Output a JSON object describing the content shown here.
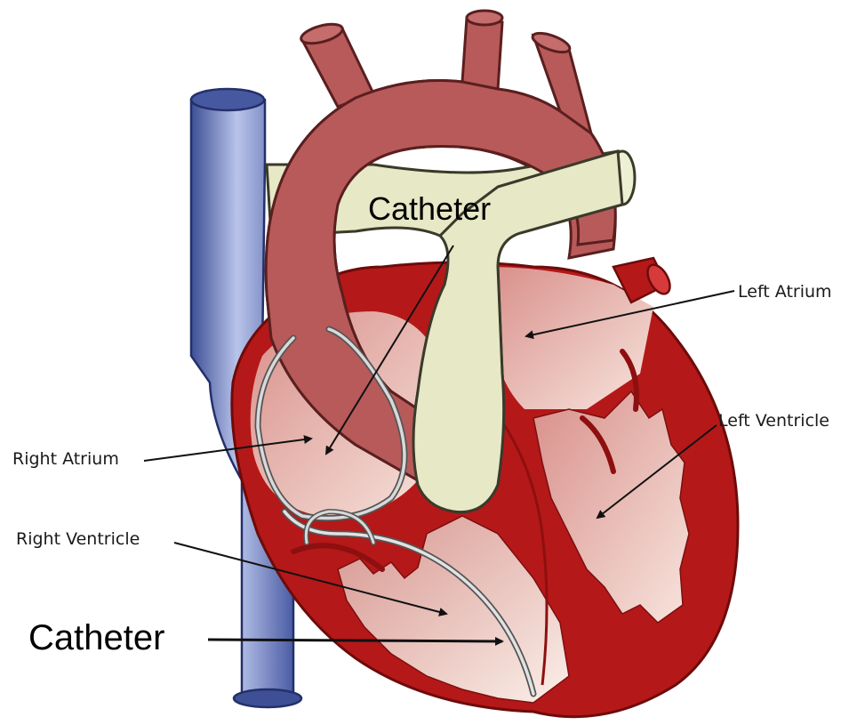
{
  "labels": {
    "catheter_top": "Catheter",
    "left_atrium": "Left Atrium",
    "left_ventricle": "Left Ventricle",
    "right_atrium": "Right Atrium",
    "right_ventricle": "Right Ventricle",
    "catheter_bottom": "Catheter"
  },
  "colors": {
    "vena_cava": "#5c6fb0",
    "aorta": "#b85a5a",
    "heart_wall": "#b51818",
    "heart_chamber": "#e9b6ae",
    "pulmonary": "#e6e8c6",
    "catheter": "#c8c8c8"
  }
}
